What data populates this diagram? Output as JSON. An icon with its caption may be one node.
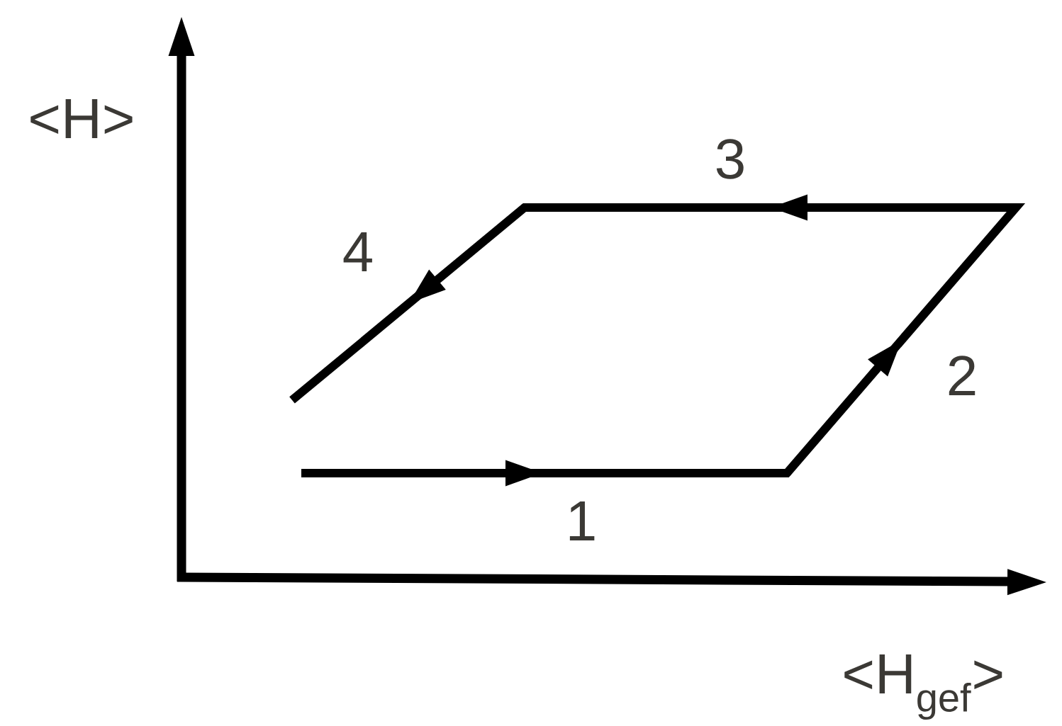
{
  "diagram": {
    "labels": [
      "<H>",
      "3",
      "4",
      "2",
      "1",
      "<H$_{gef}$>"
    ]
  }
}
